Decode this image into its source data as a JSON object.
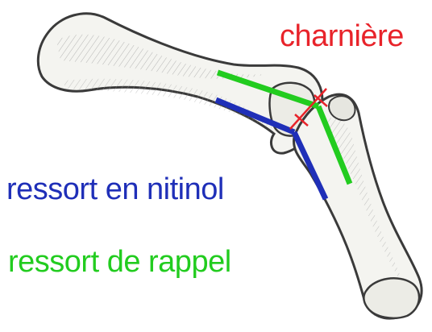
{
  "labels": {
    "hinge": "charnière",
    "nitinol_spring": "ressort en nitinol",
    "return_spring": "ressort de rappel"
  },
  "colors": {
    "hinge": "#e8232a",
    "nitinol_spring": "#1f2fb8",
    "return_spring": "#22cc1f",
    "bone_outline": "#3a3a3a",
    "bone_fill": "#f4f4f0"
  }
}
